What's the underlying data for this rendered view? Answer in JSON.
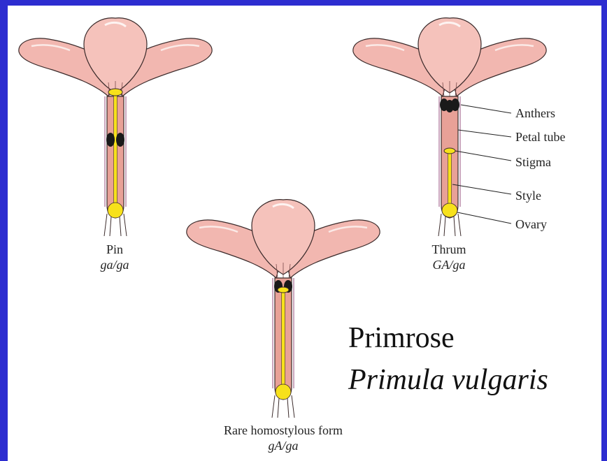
{
  "flowers": {
    "pin": {
      "name": "Pin",
      "genotype": "ga/ga"
    },
    "thrum": {
      "name": "Thrum",
      "genotype": "GA/ga"
    },
    "homostylous": {
      "name": "Rare homostylous form",
      "genotype": "gA/ga"
    }
  },
  "parts": {
    "anthers": "Anthers",
    "petal_tube": "Petal tube",
    "stigma": "Stigma",
    "style": "Style",
    "ovary": "Ovary"
  },
  "title": {
    "common_name": "Primrose",
    "scientific_name": "Primula vulgaris"
  },
  "colors": {
    "background_border": "#2d2dd0",
    "petal": "#f2b7b0",
    "tube": "#e8a197",
    "style_yellow": "#f7e11b",
    "anther": "#1a1a1a"
  }
}
